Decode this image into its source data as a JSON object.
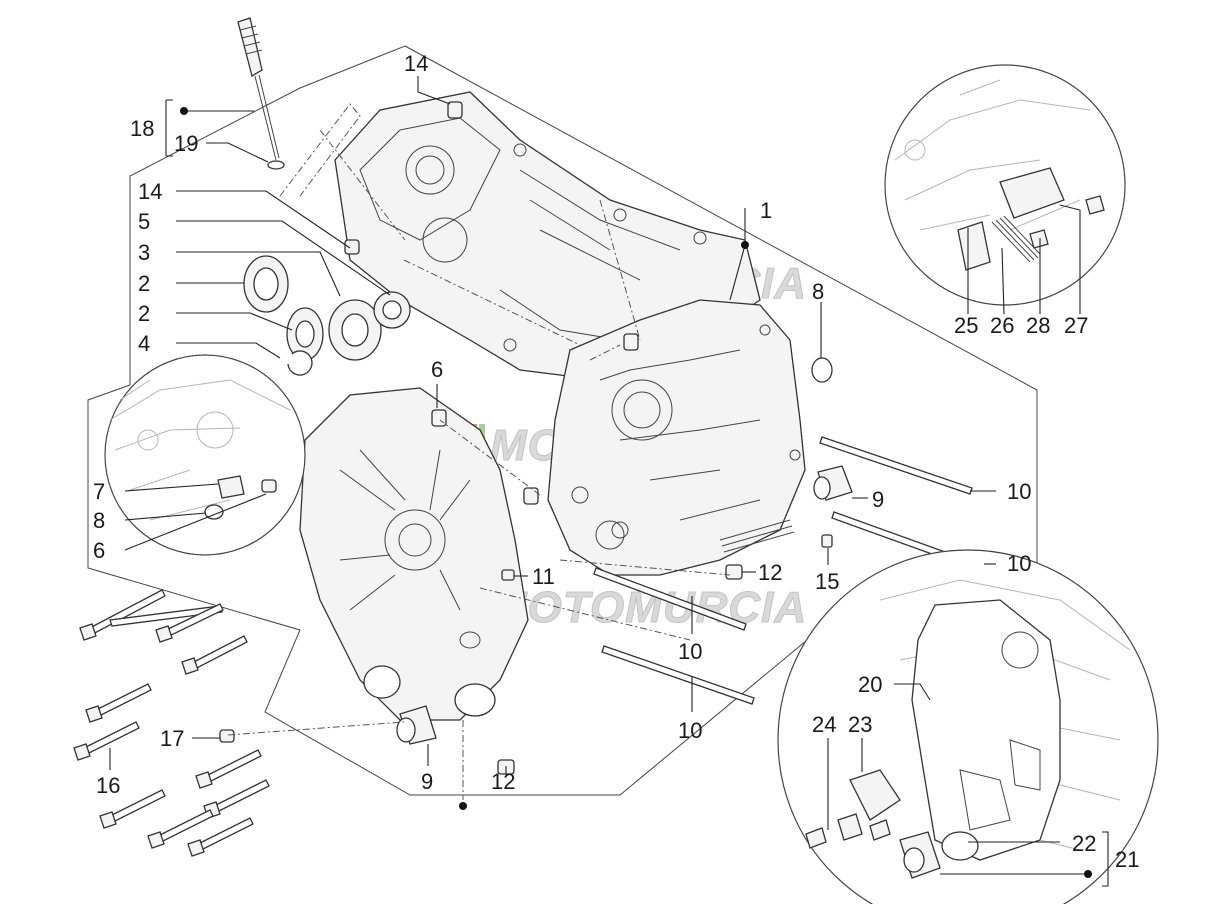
{
  "callouts": {
    "c1": "1",
    "c2a": "2",
    "c2b": "2",
    "c3": "3",
    "c4": "4",
    "c5": "5",
    "c6a": "6",
    "c6b": "6",
    "c7": "7",
    "c8a": "8",
    "c8b": "8",
    "c9a": "9",
    "c9b": "9",
    "c10a": "10",
    "c10b": "10",
    "c10c": "10",
    "c10d": "10",
    "c11": "11",
    "c12a": "12",
    "c12b": "12",
    "c14a": "14",
    "c14b": "14",
    "c15": "15",
    "c16": "16",
    "c17": "17",
    "c18": "18",
    "c19": "19",
    "c20": "20",
    "c21": "21",
    "c22": "22",
    "c23": "23",
    "c24": "24",
    "c25": "25",
    "c26": "26",
    "c27": "27",
    "c28": "28"
  },
  "watermark": "MOTOMURCIA",
  "colors": {
    "line": "#222222",
    "watermark_text": "#d9d9d9",
    "logo_stripes": [
      "#f2c200",
      "#e03b2a",
      "#6ab04c"
    ]
  }
}
